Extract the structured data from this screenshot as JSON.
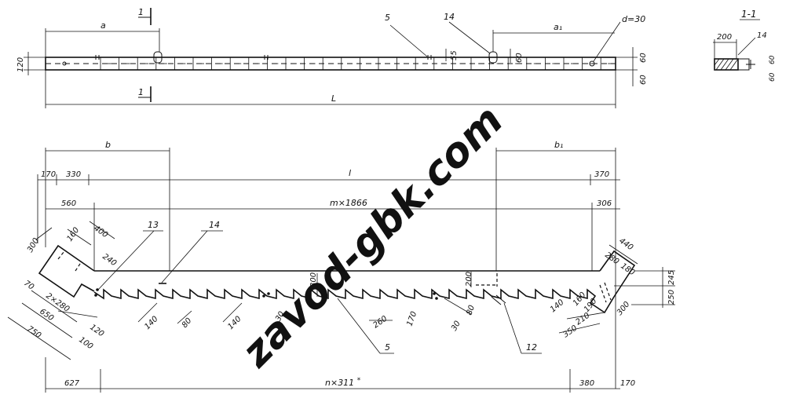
{
  "watermark": "zavod-gbk.com",
  "plan": {
    "dim_a": "a",
    "dim_a1": "a₁",
    "dim_L": "L",
    "section_mark": "1",
    "height_left": "120",
    "height_right_top": "60",
    "height_right_bottom": "60",
    "dim_55": "55",
    "dim_60": "60",
    "hole_label": "d=30",
    "callout_5": "5",
    "callout_14": "14"
  },
  "section": {
    "title": "1-1",
    "width": "200",
    "callout": "14",
    "h_top": "60",
    "h_bottom": "60"
  },
  "elevation": {
    "dim_b": "b",
    "dim_b1": "b₁",
    "dim_170": "170",
    "dim_330": "330",
    "dim_l": "l",
    "dim_370": "370",
    "dim_560": "560",
    "dim_m": "m×1866",
    "dim_306": "306",
    "callout_13": "13",
    "callout_14": "14",
    "callout_5": "5",
    "callout_12": "12",
    "left_300": "300",
    "left_160": "160",
    "left_400": "400",
    "left_240": "240",
    "left_70": "70",
    "left_2x280": "2×280",
    "left_650": "650",
    "left_750": "750",
    "left_120": "120",
    "left_100": "100",
    "mid_140a": "140",
    "mid_80": "80",
    "mid_140b": "140",
    "mid_30a": "30",
    "mid_300": "300",
    "mid_260": "260",
    "mid_170": "170",
    "mid_200": "200",
    "mid_30b": "30",
    "mid_80b": "80",
    "right_440": "440",
    "right_280": "280",
    "right_180": "180",
    "right_245": "245",
    "right_250": "250",
    "right_300": "300",
    "right_140": "140",
    "right_160": "160",
    "right_190": "190",
    "right_210": "210",
    "right_350": "350",
    "bot_627": "627",
    "bot_n": "n×311 ",
    "bot_note": "*",
    "bot_380": "380",
    "bot_170": "170"
  }
}
